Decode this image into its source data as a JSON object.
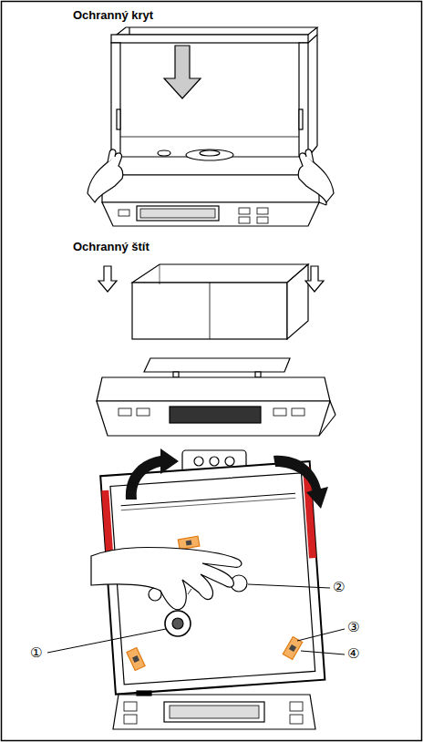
{
  "diagram": {
    "labels": [
      "Ochranný kryt",
      "Ochranný štít",
      "①",
      "②",
      "③",
      "④"
    ]
  }
}
